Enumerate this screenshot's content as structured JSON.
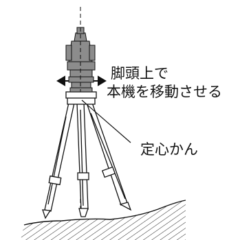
{
  "labels": {
    "move_line1": "脚頭上で",
    "move_line2": "本機を移動させる",
    "centering": "定心かん"
  },
  "colors": {
    "instrument": "#8c8c8c",
    "ink": "#111111",
    "background": "#ffffff"
  },
  "icons": [
    "left-right-arrow-icon",
    "tripod-icon",
    "instrument-icon",
    "ground-hatch-icon"
  ]
}
